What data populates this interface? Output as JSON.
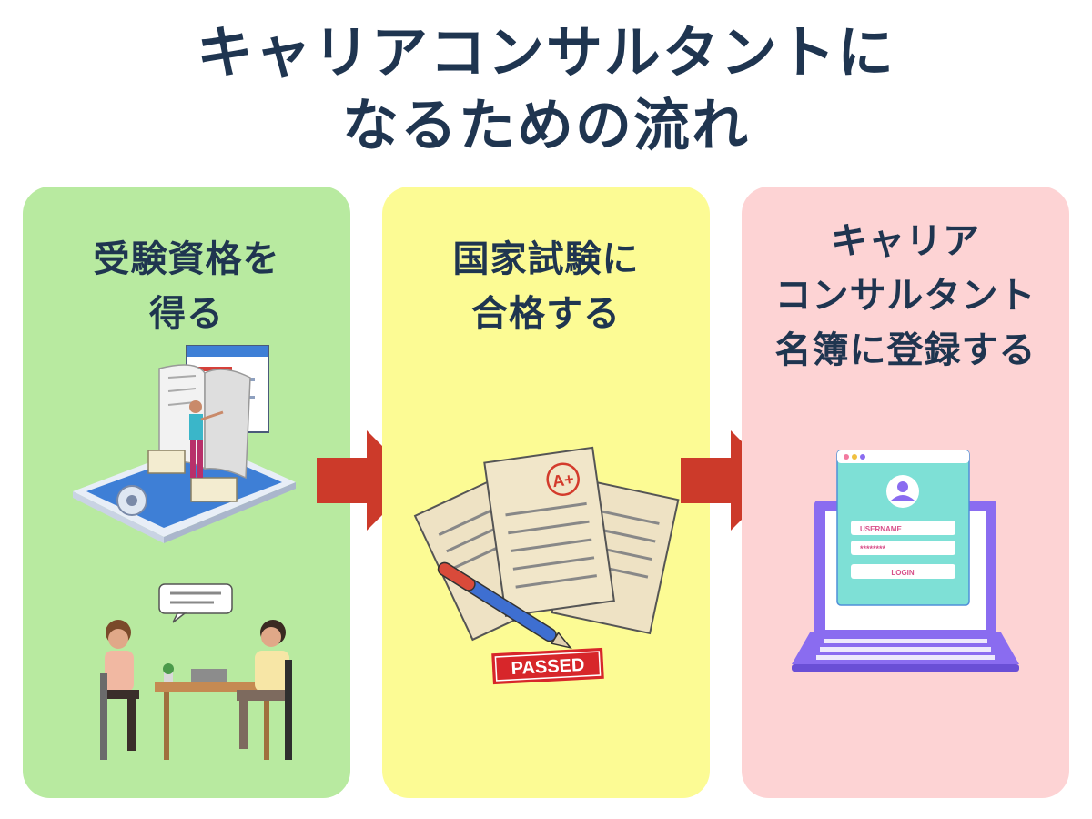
{
  "title": {
    "line1": "キャリアコンサルタントに",
    "line2": "なるための流れ"
  },
  "steps": [
    {
      "lines": [
        "受験資格を",
        "得る"
      ],
      "color": "#b8eaa0",
      "illustrations": [
        "person-with-book-tablet-illustration",
        "counseling-session-illustration"
      ]
    },
    {
      "lines": [
        "国家試験に",
        "合格する"
      ],
      "color": "#fcfb94",
      "illustrations": [
        "exam-papers-illustration",
        "pen-icon"
      ],
      "grade": "A+",
      "stamp": "PASSED"
    },
    {
      "lines": [
        "キャリア",
        "コンサルタント",
        "名簿に登録する"
      ],
      "color": "#fdd3d4",
      "illustrations": [
        "laptop-login-illustration"
      ],
      "login": {
        "username_placeholder": "USERNAME",
        "password_value": "********",
        "button_label": "LOGIN"
      }
    }
  ],
  "colors": {
    "title_text": "#1f3550",
    "arrow": "#cc3a2a"
  },
  "arrows": [
    "right-arrow-icon",
    "right-arrow-icon"
  ]
}
